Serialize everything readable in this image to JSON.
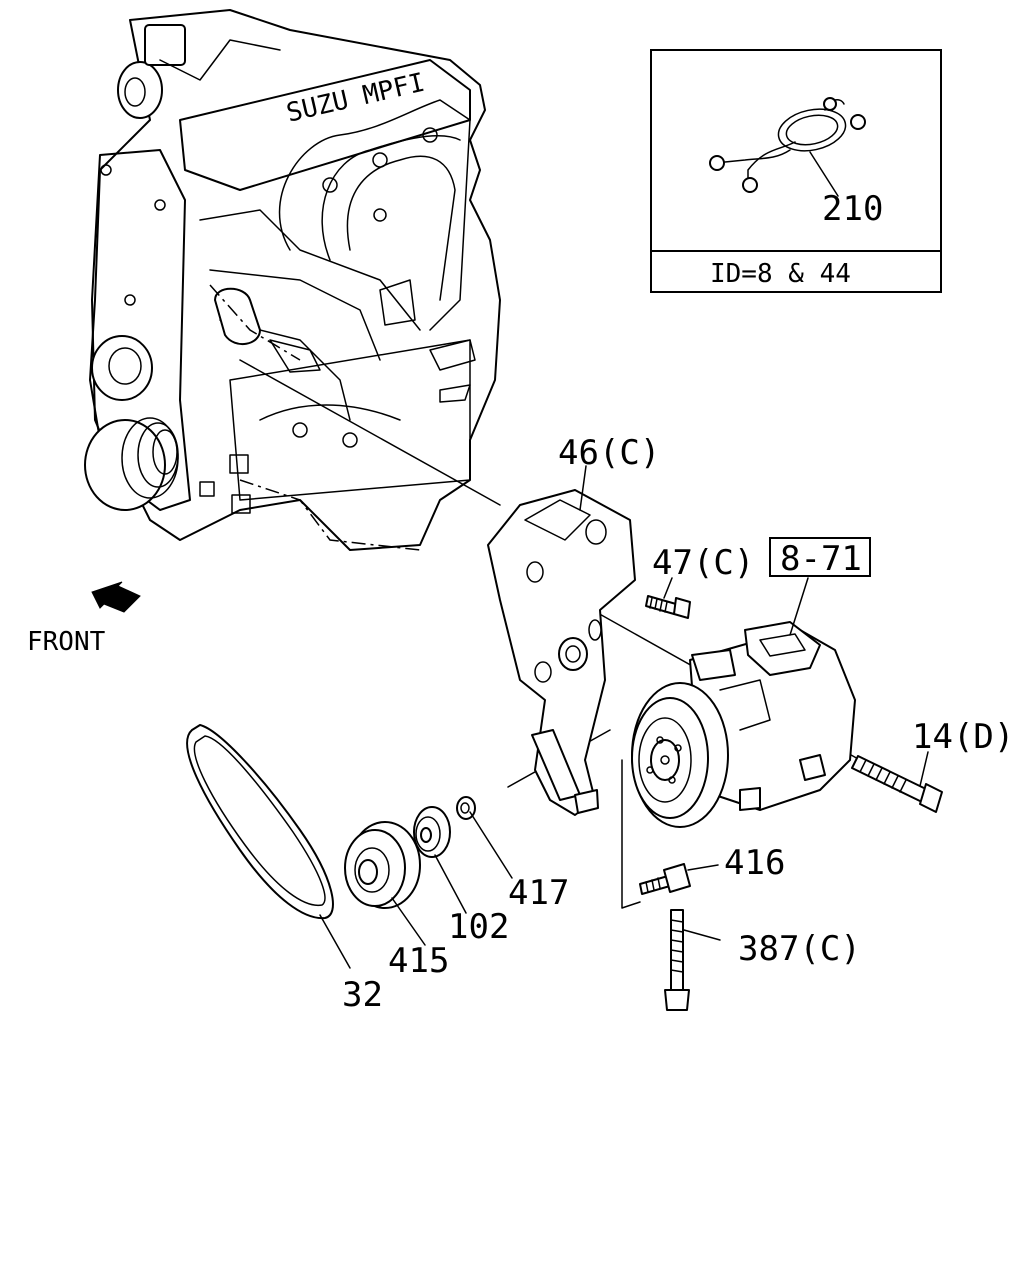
{
  "callouts": {
    "part_46": "46(C)",
    "part_47": "47(C)",
    "ref_8_71": "8-71",
    "part_14": "14(D)",
    "part_416": "416",
    "part_417": "417",
    "part_102": "102",
    "part_387": "387(C)",
    "part_415": "415",
    "part_32": "32"
  },
  "inset": {
    "part_label": "210",
    "caption": "ID=8 & 44"
  },
  "front_label": "FRONT",
  "engine_badge": "SUZU MPFI"
}
